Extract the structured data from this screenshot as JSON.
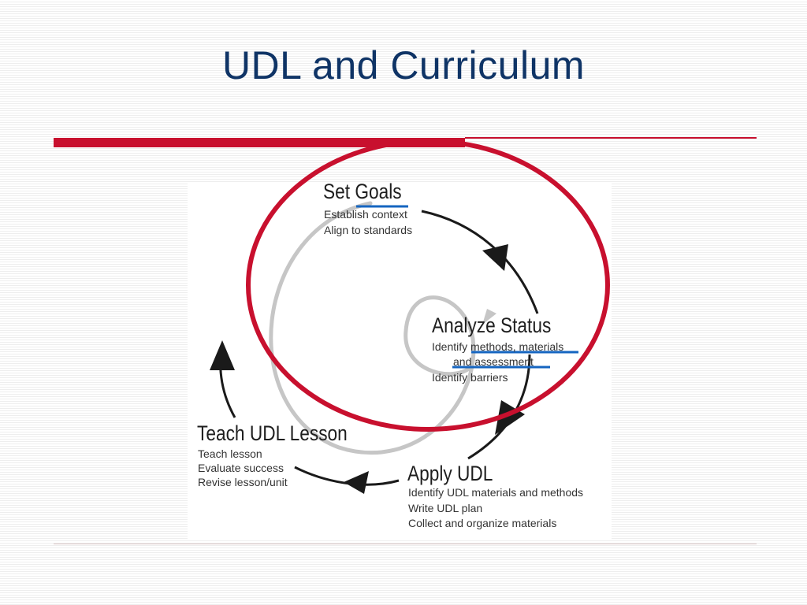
{
  "title": "UDL and Curriculum",
  "colors": {
    "title": "#0f3466",
    "accent_red": "#c8102e",
    "underline_blue": "#1565c0",
    "arrow": "#1a1a1a",
    "spiral": "#c6c6c6"
  },
  "cycle": {
    "set_goals": {
      "heading": "Set Goals",
      "items": [
        "Establish context",
        "Align to standards"
      ]
    },
    "analyze_status": {
      "heading": "Analyze Status",
      "items": [
        "Identify methods, materials",
        "and  assessment",
        "Identify barriers"
      ]
    },
    "apply_udl": {
      "heading": "Apply UDL",
      "items": [
        "Identify UDL materials and methods",
        "Write UDL plan",
        "Collect and organize materials"
      ]
    },
    "teach_udl_lesson": {
      "heading": "Teach UDL Lesson",
      "items": [
        "Teach lesson",
        "Evaluate success",
        "Revise lesson/unit"
      ]
    }
  }
}
